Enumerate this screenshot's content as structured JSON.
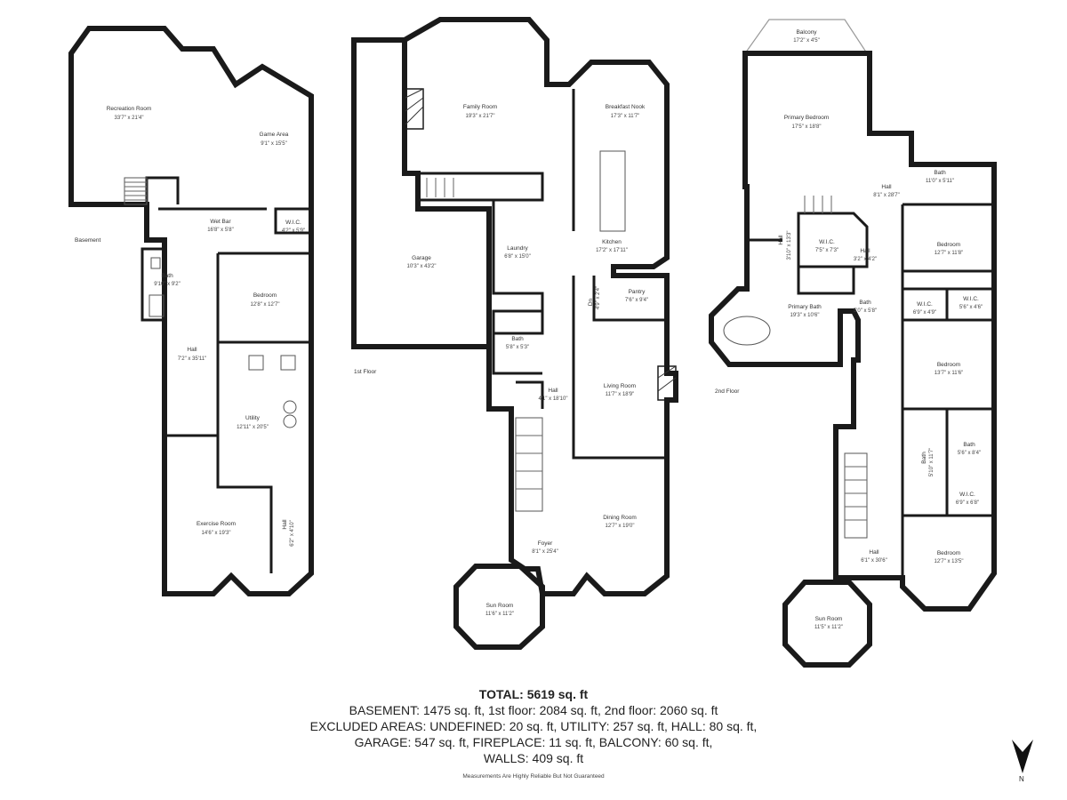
{
  "floors": {
    "basement": {
      "label": "Basement",
      "rooms": [
        {
          "id": "recreation",
          "name": "Recreation Room",
          "dims": "33'7\" x 21'4\""
        },
        {
          "id": "game",
          "name": "Game Area",
          "dims": "9'1\" x 15'5\""
        },
        {
          "id": "wetbar",
          "name": "Wet Bar",
          "dims": "16'8\" x 5'8\""
        },
        {
          "id": "wic",
          "name": "W.I.C.",
          "dims": "4'2\" x 5'9\""
        },
        {
          "id": "bath",
          "name": "Bath",
          "dims": "9'10\" x 9'2\""
        },
        {
          "id": "bedroom",
          "name": "Bedroom",
          "dims": "12'8\" x 12'7\""
        },
        {
          "id": "hall1",
          "name": "Hall",
          "dims": "7'2\" x 35'11\""
        },
        {
          "id": "utility",
          "name": "Utility",
          "dims": "12'11\" x 20'5\""
        },
        {
          "id": "exercise",
          "name": "Exercise Room",
          "dims": "14'6\" x 19'3\""
        },
        {
          "id": "hall2",
          "name": "Hall",
          "dims": "6'2\" x 4'10\""
        }
      ]
    },
    "first": {
      "label": "1st Floor",
      "rooms": [
        {
          "id": "family",
          "name": "Family Room",
          "dims": "19'3\" x 21'7\""
        },
        {
          "id": "breakfast",
          "name": "Breakfast Nook",
          "dims": "17'3\" x 11'7\""
        },
        {
          "id": "garage",
          "name": "Garage",
          "dims": "10'3\" x 43'2\""
        },
        {
          "id": "laundry",
          "name": "Laundry",
          "dims": "6'8\" x 15'0\""
        },
        {
          "id": "kitchen",
          "name": "Kitchen",
          "dims": "17'2\" x 17'11\""
        },
        {
          "id": "dn",
          "name": "Dn",
          "dims": "4'9\" x 2'4\""
        },
        {
          "id": "pantry",
          "name": "Pantry",
          "dims": "7'6\" x 9'4\""
        },
        {
          "id": "bath",
          "name": "Bath",
          "dims": "5'8\" x 5'3\""
        },
        {
          "id": "hall",
          "name": "Hall",
          "dims": "4'1\" x 18'10\""
        },
        {
          "id": "living",
          "name": "Living Room",
          "dims": "11'7\" x 18'9\""
        },
        {
          "id": "dining",
          "name": "Dining Room",
          "dims": "12'7\" x 19'0\""
        },
        {
          "id": "foyer",
          "name": "Foyer",
          "dims": "8'1\" x 25'4\""
        },
        {
          "id": "sun",
          "name": "Sun Room",
          "dims": "11'6\" x 11'2\""
        }
      ]
    },
    "second": {
      "label": "2nd Floor",
      "rooms": [
        {
          "id": "balcony",
          "name": "Balcony",
          "dims": "17'2\" x 4'5\""
        },
        {
          "id": "primarybed",
          "name": "Primary Bedroom",
          "dims": "17'5\" x 18'8\""
        },
        {
          "id": "bath1",
          "name": "Bath",
          "dims": "11'0\" x 5'11\""
        },
        {
          "id": "hall1",
          "name": "Hall",
          "dims": "8'1\" x 28'7\""
        },
        {
          "id": "hall2",
          "name": "Hall",
          "dims": "3'10\" x 13'3\""
        },
        {
          "id": "wic1",
          "name": "W.I.C.",
          "dims": "7'5\" x 7'3\""
        },
        {
          "id": "hall3",
          "name": "Hall",
          "dims": "3'2\" x 4'2\""
        },
        {
          "id": "bed1",
          "name": "Bedroom",
          "dims": "12'7\" x 11'8\""
        },
        {
          "id": "primarybath",
          "name": "Primary Bath",
          "dims": "19'3\" x 10'6\""
        },
        {
          "id": "bath2",
          "name": "Bath",
          "dims": "5'0\" x 5'8\""
        },
        {
          "id": "wic2",
          "name": "W.I.C.",
          "dims": "6'9\" x 4'9\""
        },
        {
          "id": "wic3",
          "name": "W.I.C.",
          "dims": "5'6\" x 4'6\""
        },
        {
          "id": "bed2",
          "name": "Bedroom",
          "dims": "13'7\" x 11'6\""
        },
        {
          "id": "bath3",
          "name": "Bath",
          "dims": "5'10\" x 11'7\""
        },
        {
          "id": "bath4",
          "name": "Bath",
          "dims": "5'6\" x 8'4\""
        },
        {
          "id": "wic4",
          "name": "W.I.C.",
          "dims": "6'9\" x 6'8\""
        },
        {
          "id": "hall4",
          "name": "Hall",
          "dims": "6'1\" x 30'6\""
        },
        {
          "id": "bed3",
          "name": "Bedroom",
          "dims": "12'7\" x 13'5\""
        },
        {
          "id": "sun",
          "name": "Sun Room",
          "dims": "11'5\" x 11'2\""
        }
      ]
    }
  },
  "summary": {
    "total": "TOTAL: 5619 sq. ft",
    "line1": "BASEMENT: 1475 sq. ft, 1st floor: 2084 sq. ft, 2nd floor: 2060 sq. ft",
    "line2": "EXCLUDED AREAS: UNDEFINED: 20 sq. ft, UTILITY: 257 sq. ft, HALL: 80 sq. ft,",
    "line3": "GARAGE: 547 sq. ft, FIREPLACE: 11 sq. ft, BALCONY: 60 sq. ft,",
    "line4": "WALLS: 409 sq. ft"
  },
  "footnote": "Measurements Are Highly Reliable But Not Guaranteed",
  "compass": {
    "label": "N",
    "icon": "north-arrow-icon"
  }
}
